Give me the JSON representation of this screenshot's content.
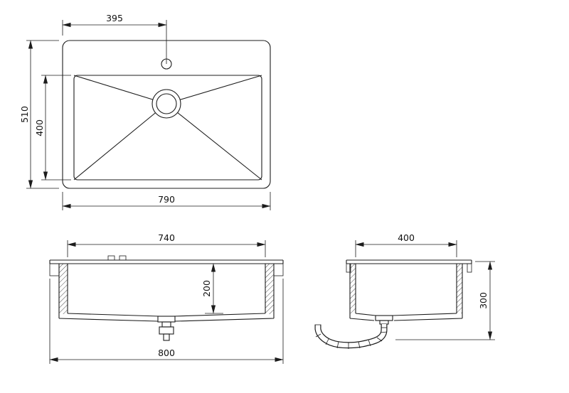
{
  "page": {
    "background_color": "#ffffff",
    "line_color": "#1c1c1c"
  },
  "views": {
    "top": {
      "name": "top-view",
      "dims": {
        "faucet_offset": "395",
        "overall_depth": "510",
        "bowl_depth": "400",
        "overall_width": "790"
      }
    },
    "front": {
      "name": "front-view",
      "dims": {
        "bowl_width": "740",
        "bowl_height": "200",
        "overall_width": "800"
      }
    },
    "side": {
      "name": "side-view",
      "dims": {
        "bowl_width": "400",
        "overall_height": "300"
      }
    }
  }
}
